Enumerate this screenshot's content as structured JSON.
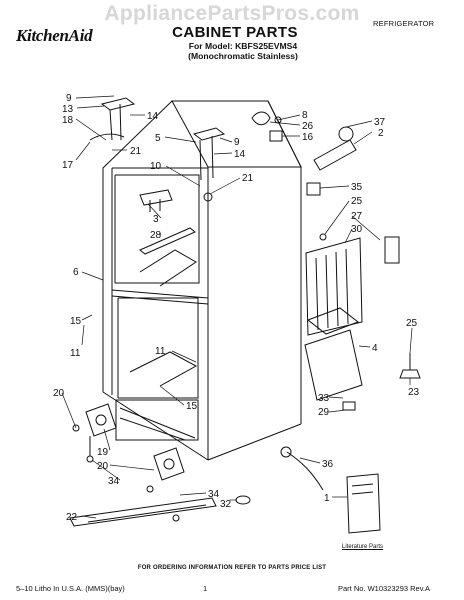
{
  "watermark": "AppliancePartsPros.com",
  "header": {
    "brand_logo": "KitchenAid",
    "title": "CABINET PARTS",
    "model_line_1": "For Model: KBFS25EVMS4",
    "model_line_2": "(Monochromatic Stainless)",
    "category": "REFRIGERATOR"
  },
  "callouts": {
    "c9a": "9",
    "c13": "13",
    "c18": "18",
    "c17": "17",
    "c14a": "14",
    "c5": "5",
    "c9b": "9",
    "c14b": "14",
    "c21a": "21",
    "c10": "10",
    "c21b": "21",
    "c8": "8",
    "c26": "26",
    "c16": "16",
    "c37": "37",
    "c2": "2",
    "c35": "35",
    "c25a": "25",
    "c27": "27",
    "c30": "30",
    "c3": "3",
    "c28": "28",
    "c6": "6",
    "c4": "4",
    "c15a": "15",
    "c11a": "11",
    "c11b": "11",
    "c15b": "15",
    "c25b": "25",
    "c23": "23",
    "c33": "33",
    "c29": "29",
    "c20a": "20",
    "c19": "19",
    "c20b": "20",
    "c34a": "34",
    "c36": "36",
    "c34b": "34",
    "c32": "32",
    "c22": "22",
    "c1": "1"
  },
  "literature_label": "Literature Parts",
  "footer": {
    "order_note": "FOR ORDERING INFORMATION REFER TO PARTS PRICE LIST",
    "litho": "5–10 Litho In U.S.A. (MMS)(bay)",
    "page_number": "1",
    "part_number": "Part No. W10323293 Rev.A"
  }
}
